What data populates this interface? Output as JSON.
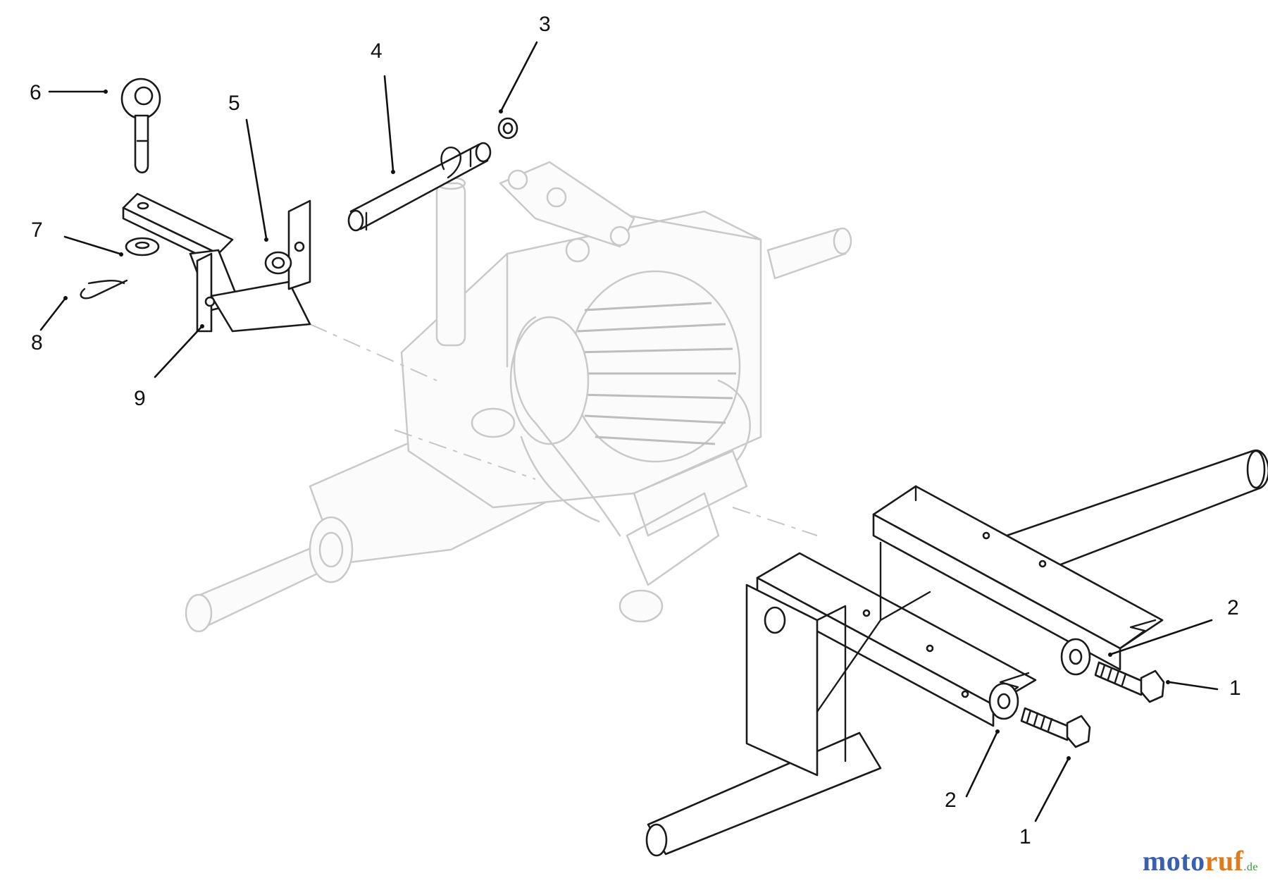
{
  "callouts": {
    "c1a": "1",
    "c1b": "1",
    "c2a": "2",
    "c2b": "2",
    "c3": "3",
    "c4": "4",
    "c5": "5",
    "c6": "6",
    "c7": "7",
    "c8": "8",
    "c9": "9"
  },
  "watermark": {
    "part1": "moto",
    "part2": "ruf",
    "part3": ".de"
  },
  "colors": {
    "line": "#1a1a1a",
    "ghost": "#c9c9c9",
    "watermark_blue": "#3a5fb0",
    "watermark_orange": "#e07a1a",
    "watermark_green": "#3a9a3a"
  }
}
